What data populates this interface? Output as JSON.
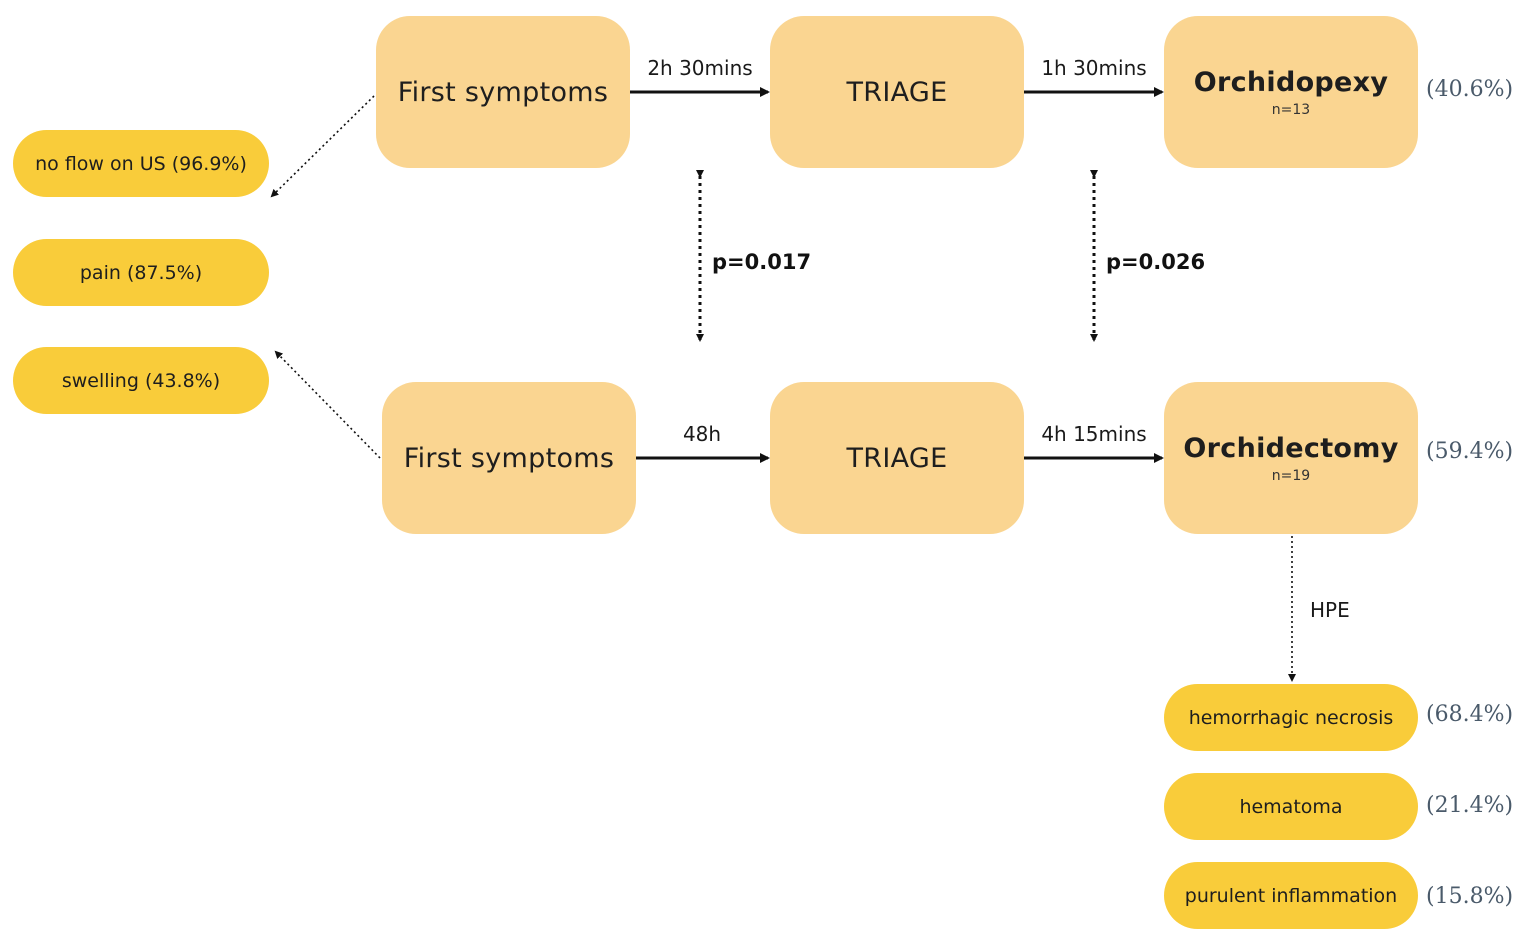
{
  "top_row": {
    "first_symptoms": "First symptoms",
    "delay_to_triage": "2h 30mins",
    "triage": "TRIAGE",
    "delay_to_surgery": "1h 30mins",
    "outcome": "Orchidopexy",
    "outcome_n": "n=13",
    "outcome_pct": "(40.6%)"
  },
  "bottom_row": {
    "first_symptoms": "First symptoms",
    "delay_to_triage": "48h",
    "triage": "TRIAGE",
    "delay_to_surgery": "4h 15mins",
    "outcome": "Orchidectomy",
    "outcome_n": "n=19",
    "outcome_pct": "(59.4%)"
  },
  "p_values": {
    "triage_delay": "p=0.017",
    "surgery_delay": "p=0.026"
  },
  "symptoms": [
    {
      "label": "no flow on US (96.9%)"
    },
    {
      "label": "pain (87.5%)"
    },
    {
      "label": "swelling (43.8%)"
    }
  ],
  "hpe": {
    "label": "HPE",
    "findings": [
      {
        "label": "hemorrhagic necrosis",
        "pct": "(68.4%)"
      },
      {
        "label": "hematoma",
        "pct": "(21.4%)"
      },
      {
        "label": "purulent inflammation",
        "pct": "(15.8%)"
      }
    ]
  },
  "colors": {
    "stage_box": "#fad591",
    "finding_pill": "#f9cc3a",
    "percent_text": "#4a5a6a"
  }
}
